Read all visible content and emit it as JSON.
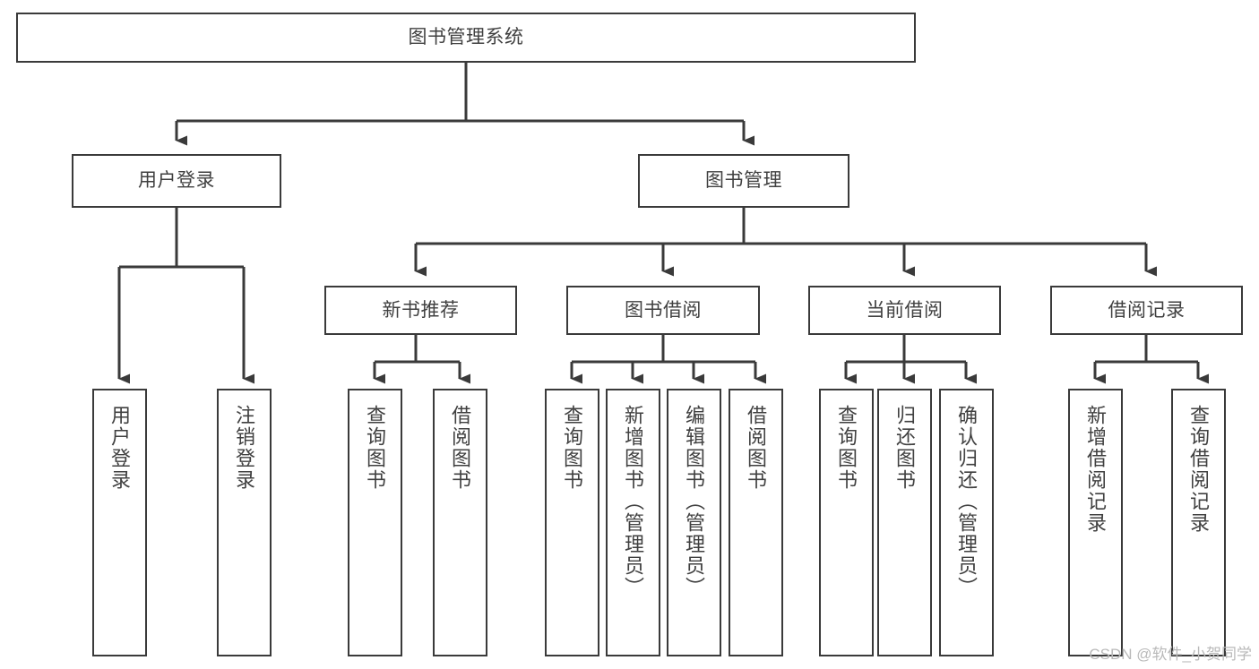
{
  "diagram": {
    "type": "tree",
    "title": "图书管理系统",
    "orientation": "top-down",
    "colors": {
      "background": "#ffffff",
      "node_border": "#3a3a3a",
      "node_fill": "#ffffff",
      "edge": "#3a3a3a",
      "text": "#404040",
      "watermark": "#b9b9b9"
    }
  },
  "root": {
    "label": "图书管理系统"
  },
  "level2": [
    {
      "label": "用户登录"
    },
    {
      "label": "图书管理"
    }
  ],
  "level3": [
    {
      "label": "新书推荐"
    },
    {
      "label": "图书借阅"
    },
    {
      "label": "当前借阅"
    },
    {
      "label": "借阅记录"
    }
  ],
  "leaves": {
    "user_login": [
      {
        "label": "用户登录"
      },
      {
        "label": "注销登录"
      }
    ],
    "new_book_recommend": [
      {
        "label": "查询图书"
      },
      {
        "label": "借阅图书"
      }
    ],
    "book_borrow": [
      {
        "label": "查询图书"
      },
      {
        "label": "新增图书（管理员）"
      },
      {
        "label": "编辑图书（管理员）"
      },
      {
        "label": "借阅图书"
      }
    ],
    "current_borrow": [
      {
        "label": "查询图书"
      },
      {
        "label": "归还图书"
      },
      {
        "label": "确认归还（管理员）"
      }
    ],
    "borrow_record": [
      {
        "label": "新增借阅记录"
      },
      {
        "label": "查询借阅记录"
      }
    ]
  },
  "watermark": {
    "text": "CSDN @软件_小贺同学"
  }
}
